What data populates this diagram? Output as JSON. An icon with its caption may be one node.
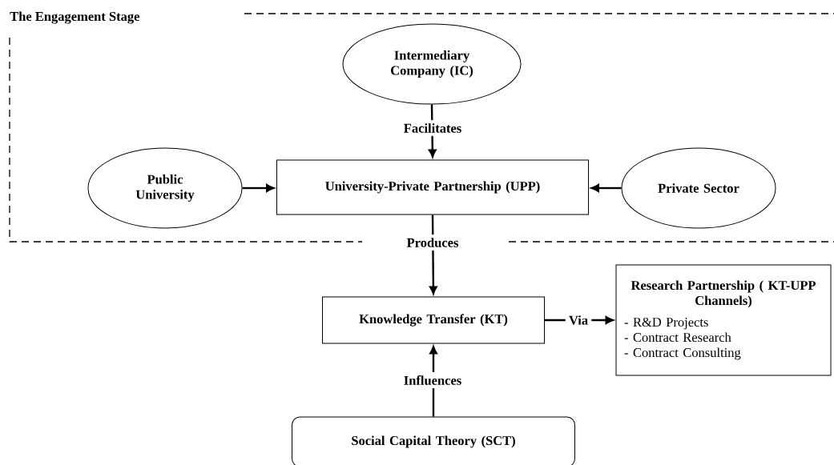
{
  "diagram": {
    "nodes": [
      {
        "text": [
          "The Engagement Stage"
        ]
      },
      {
        "text": [
          "Intermediary Company (IC)"
        ],
        "in": 0
      },
      {
        "text": [
          "Public University"
        ],
        "in": 0
      },
      {
        "text": [
          "University-Private Partnership (UPP)"
        ],
        "in": 0
      },
      {
        "text": [
          "Private Sector"
        ],
        "in": 0
      },
      {
        "text": [
          "Knowledge Transfer (KT)"
        ]
      },
      {
        "text": [
          "Research Partnership ( KT-UPP Channels)",
          "- R&D Projects",
          "- Contract Research",
          "- Contract Consulting"
        ]
      },
      {
        "text": [
          "Social Capital Theory (SCT)"
        ]
      }
    ],
    "edges": [
      {
        "from": 1,
        "to": 3,
        "arrow": "to",
        "label": "Facilitates"
      },
      {
        "from": 2,
        "to": 3,
        "arrow": "to"
      },
      {
        "from": 4,
        "to": 3,
        "arrow": "to"
      },
      {
        "from": 3,
        "to": 5,
        "arrow": "to",
        "label": "Produces"
      },
      {
        "from": 5,
        "to": 6,
        "arrow": "to",
        "label": "Via"
      },
      {
        "from": 7,
        "to": 5,
        "arrow": "to",
        "label": "Influences"
      }
    ]
  }
}
